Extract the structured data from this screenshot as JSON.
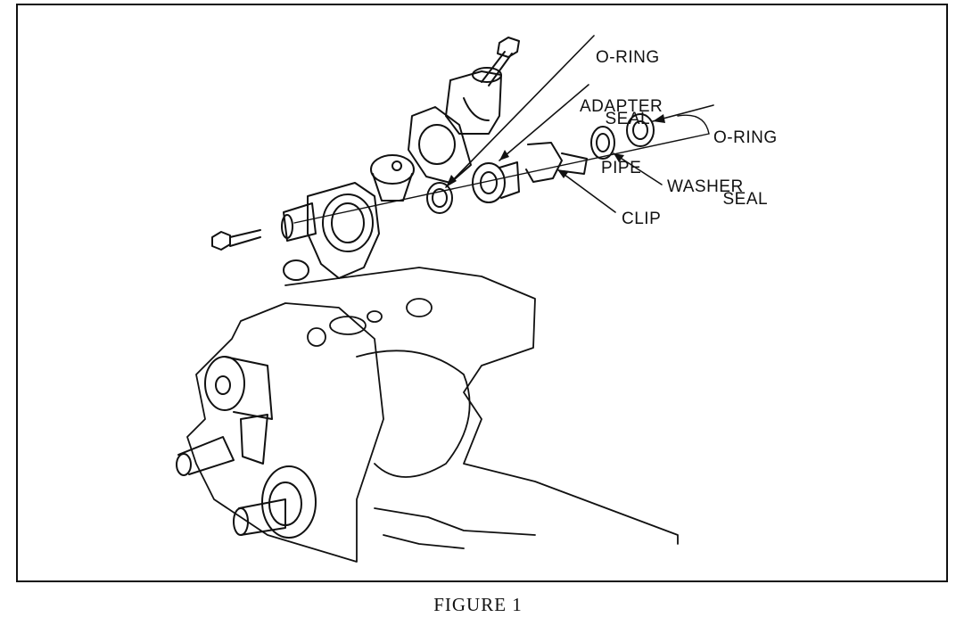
{
  "labels": {
    "oring_seal_top": [
      "O-RING",
      "SEAL"
    ],
    "adapter_pipe": [
      "ADAPTER",
      "PIPE"
    ],
    "oring_seal_right": [
      "O-RING",
      "SEAL"
    ],
    "washer": "WASHER",
    "clip": "CLIP"
  },
  "caption": "FIGURE 1",
  "colors": {
    "ink": "#111111",
    "paper": "#ffffff"
  }
}
